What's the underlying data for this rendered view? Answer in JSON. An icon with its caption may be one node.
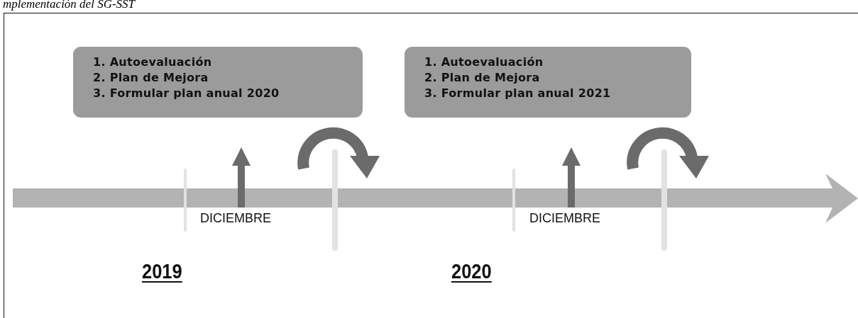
{
  "diagram": {
    "title": "mplementación del SG-SST",
    "nodes": [
      {
        "text": [
          "1. Autoevaluación",
          "2. Plan de Mejora",
          "3. Formular plan anual 2020"
        ]
      },
      {
        "text": [
          "1. Autoevaluación",
          "2. Plan de Mejora",
          "3. Formular plan anual 2021"
        ]
      }
    ],
    "labels": [
      "DICIEMBRE",
      "DICIEMBRE",
      "2019",
      "2020"
    ]
  }
}
